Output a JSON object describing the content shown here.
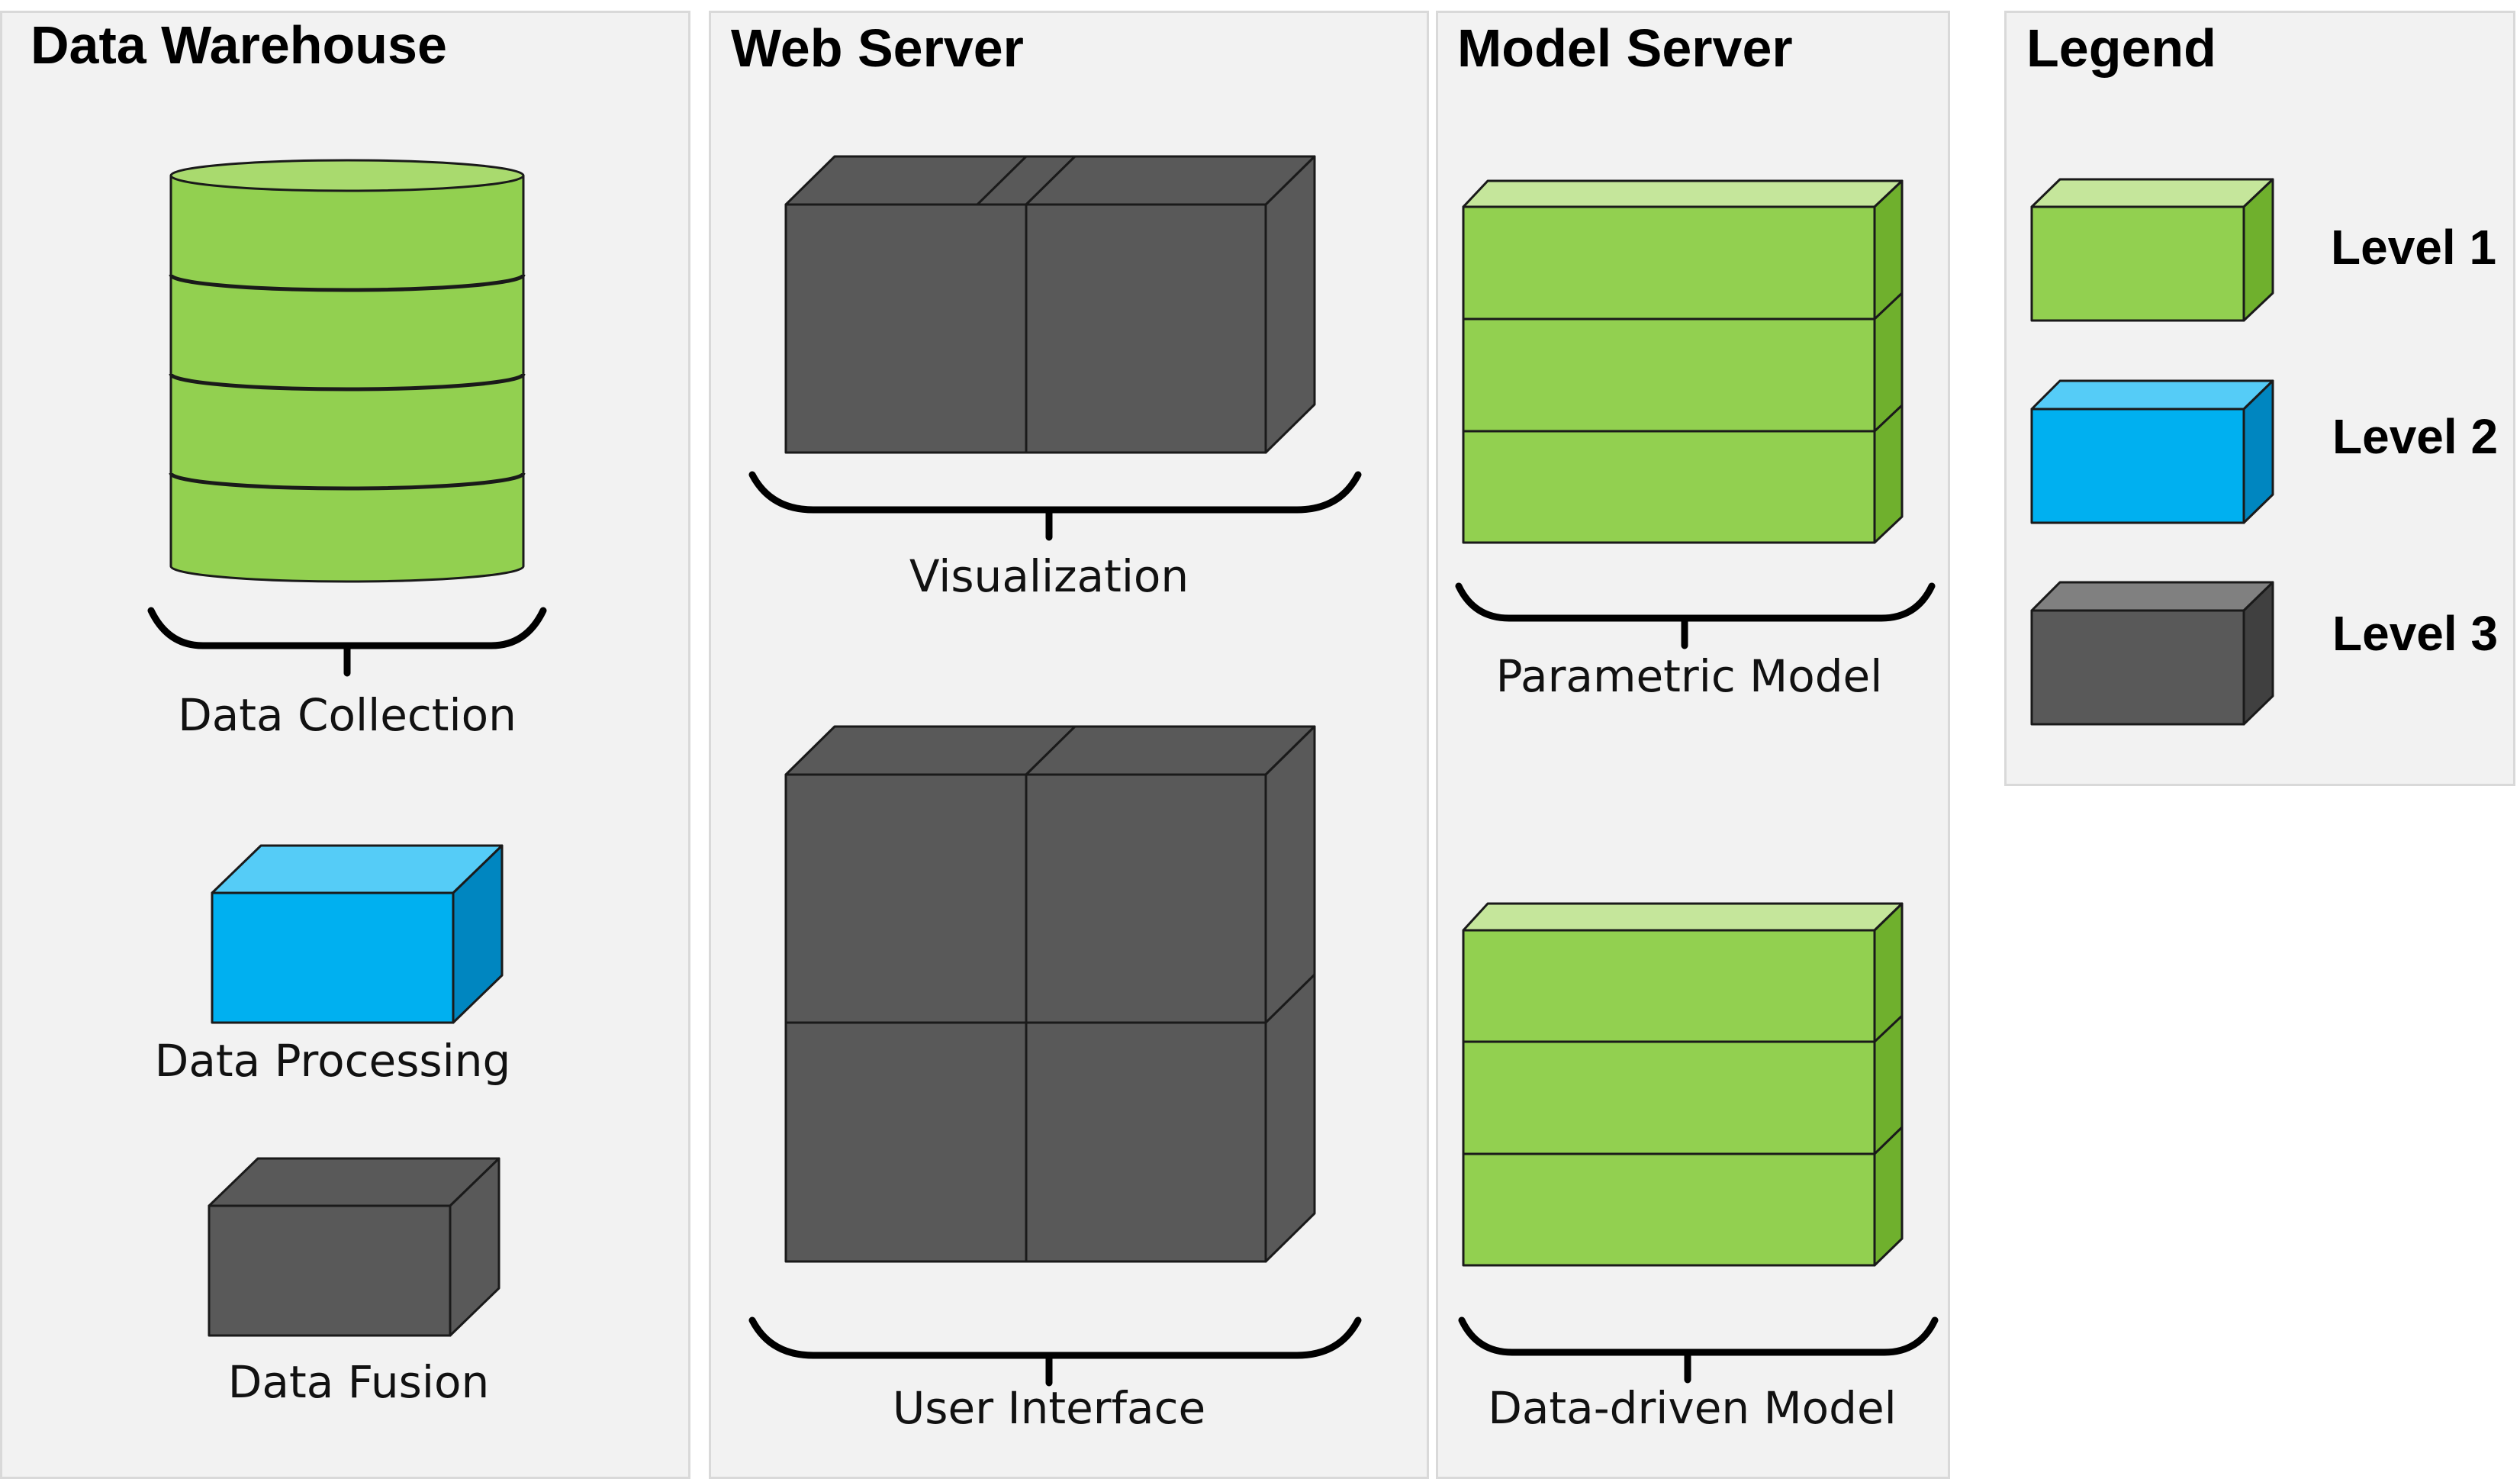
{
  "colors": {
    "level1": "#92d050",
    "level1_top": "#c5e69b",
    "level1_side": "#6fb02d",
    "level2": "#00b0f0",
    "level2_top": "#55ccf7",
    "level2_side": "#0086c0",
    "level3": "#595959",
    "level3_top": "#808080",
    "level3_side": "#404040"
  },
  "panels": {
    "data_warehouse": {
      "title": "Data Warehouse",
      "items": {
        "data_collection": "Data Collection",
        "data_processing": "Data Processing",
        "data_fusion": "Data Fusion"
      }
    },
    "web_server": {
      "title": "Web Server",
      "items": {
        "visualization": "Visualization",
        "user_interface": "User Interface"
      }
    },
    "model_server": {
      "title": "Model Server",
      "items": {
        "parametric_model": "Parametric Model",
        "data_driven_model": "Data-driven Model"
      }
    }
  },
  "legend": {
    "title": "Legend",
    "entries": [
      {
        "label": "Level 1",
        "level": "level1"
      },
      {
        "label": "Level 2",
        "level": "level2"
      },
      {
        "label": "Level 3",
        "level": "level3"
      }
    ]
  }
}
